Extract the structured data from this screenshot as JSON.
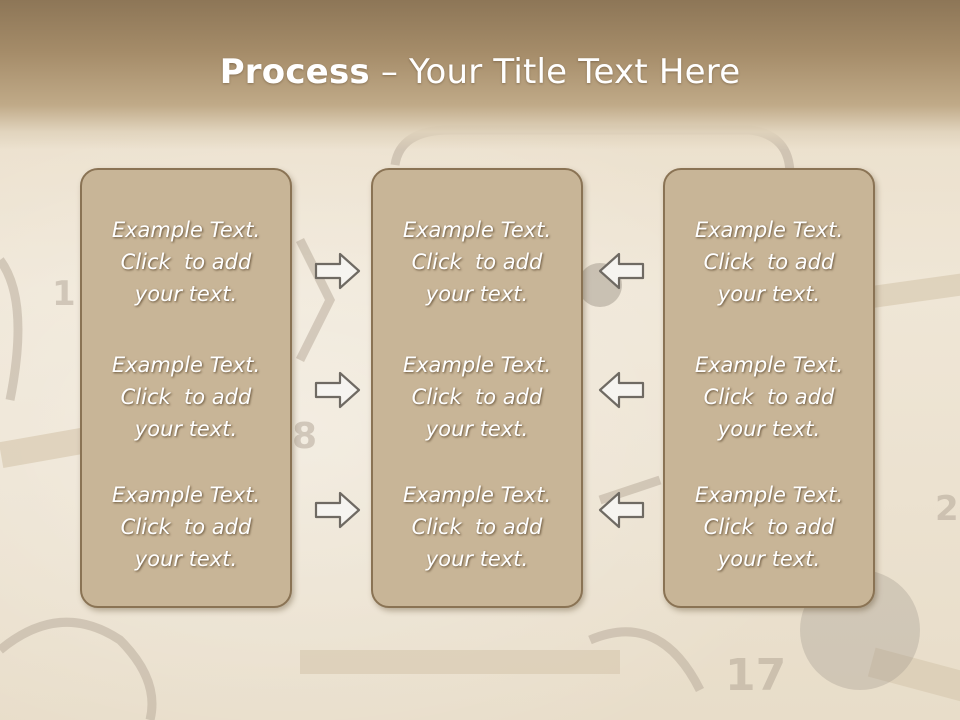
{
  "title": {
    "bold": "Process",
    "rest": " – Your Title Text Here"
  },
  "columns": [
    {
      "items": [
        {
          "lines": [
            "Example Text.",
            "Click  to add",
            "your text."
          ]
        },
        {
          "lines": [
            "Example Text.",
            "Click  to add",
            "your text."
          ]
        },
        {
          "lines": [
            "Example Text.",
            "Click  to add",
            "your text."
          ]
        }
      ]
    },
    {
      "items": [
        {
          "lines": [
            "Example Text.",
            "Click  to add",
            "your text."
          ]
        },
        {
          "lines": [
            "Example Text.",
            "Click  to add",
            "your text."
          ]
        },
        {
          "lines": [
            "Example Text.",
            "Click  to add",
            "your text."
          ]
        }
      ]
    },
    {
      "items": [
        {
          "lines": [
            "Example Text.",
            "Click  to add",
            "your text."
          ]
        },
        {
          "lines": [
            "Example Text.",
            "Click  to add",
            "your text."
          ]
        },
        {
          "lines": [
            "Example Text.",
            "Click  to add",
            "your text."
          ]
        }
      ]
    }
  ],
  "arrows": {
    "left_group": "right-arrow-icon",
    "right_group": "left-arrow-icon"
  },
  "colors": {
    "box_fill": "#c8b597",
    "box_border": "#8a7354",
    "header": "#a58c69"
  }
}
